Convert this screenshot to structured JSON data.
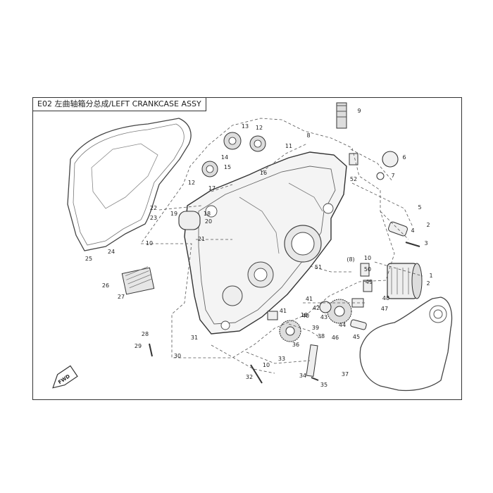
{
  "title": "E02 左曲轴箱分总成/LEFT CRANKCASE ASSY",
  "fwd_label": "FWD",
  "callouts": [
    {
      "label": "1"
    },
    {
      "label": "2"
    },
    {
      "label": "2"
    },
    {
      "label": "3"
    },
    {
      "label": "4"
    },
    {
      "label": "5"
    },
    {
      "label": "6"
    },
    {
      "label": "7"
    },
    {
      "label": "8"
    },
    {
      "label": "(8)"
    },
    {
      "label": "9"
    },
    {
      "label": "10"
    },
    {
      "label": "10"
    },
    {
      "label": "10"
    },
    {
      "label": "10"
    },
    {
      "label": "11"
    },
    {
      "label": "12"
    },
    {
      "label": "12"
    },
    {
      "label": "13"
    },
    {
      "label": "14"
    },
    {
      "label": "15"
    },
    {
      "label": "16"
    },
    {
      "label": "17"
    },
    {
      "label": "18"
    },
    {
      "label": "19"
    },
    {
      "label": "20"
    },
    {
      "label": "21"
    },
    {
      "label": "22"
    },
    {
      "label": "23"
    },
    {
      "label": "24"
    },
    {
      "label": "25"
    },
    {
      "label": "26"
    },
    {
      "label": "27"
    },
    {
      "label": "28"
    },
    {
      "label": "29"
    },
    {
      "label": "30"
    },
    {
      "label": "31"
    },
    {
      "label": "32"
    },
    {
      "label": "33"
    },
    {
      "label": "34"
    },
    {
      "label": "35"
    },
    {
      "label": "36"
    },
    {
      "label": "37"
    },
    {
      "label": "38"
    },
    {
      "label": "39"
    },
    {
      "label": "40"
    },
    {
      "label": "41"
    },
    {
      "label": "41"
    },
    {
      "label": "42"
    },
    {
      "label": "43"
    },
    {
      "label": "44"
    },
    {
      "label": "45"
    },
    {
      "label": "46"
    },
    {
      "label": "47"
    },
    {
      "label": "48"
    },
    {
      "label": "49"
    },
    {
      "label": "50"
    },
    {
      "label": "51"
    },
    {
      "label": "52"
    }
  ]
}
